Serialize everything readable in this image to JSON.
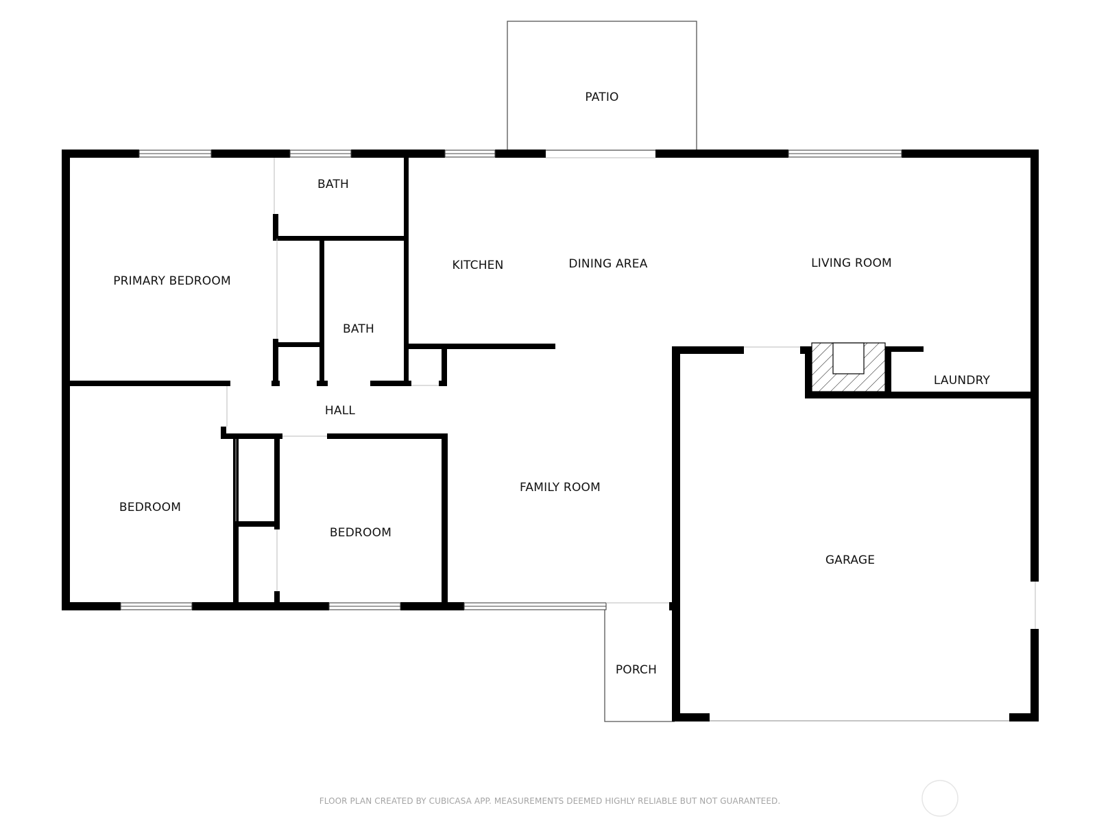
{
  "plan": {
    "rooms": {
      "patio": "PATIO",
      "bath_top": "BATH",
      "primary_bedroom": "PRIMARY BEDROOM",
      "kitchen": "KITCHEN",
      "dining_area": "DINING AREA",
      "living_room": "LIVING ROOM",
      "bath_middle": "BATH",
      "laundry": "LAUNDRY",
      "hall": "HALL",
      "family_room": "FAMILY ROOM",
      "bedroom_left": "BEDROOM",
      "bedroom_center": "BEDROOM",
      "garage": "GARAGE",
      "porch": "PORCH"
    },
    "footer": "FLOOR PLAN CREATED BY CUBICASA APP. MEASUREMENTS DEEMED HIGHLY RELIABLE BUT NOT GUARANTEED.",
    "colors": {
      "wall": "#000000",
      "thin_line": "#555555",
      "footer_text": "#a4a4a4"
    }
  }
}
